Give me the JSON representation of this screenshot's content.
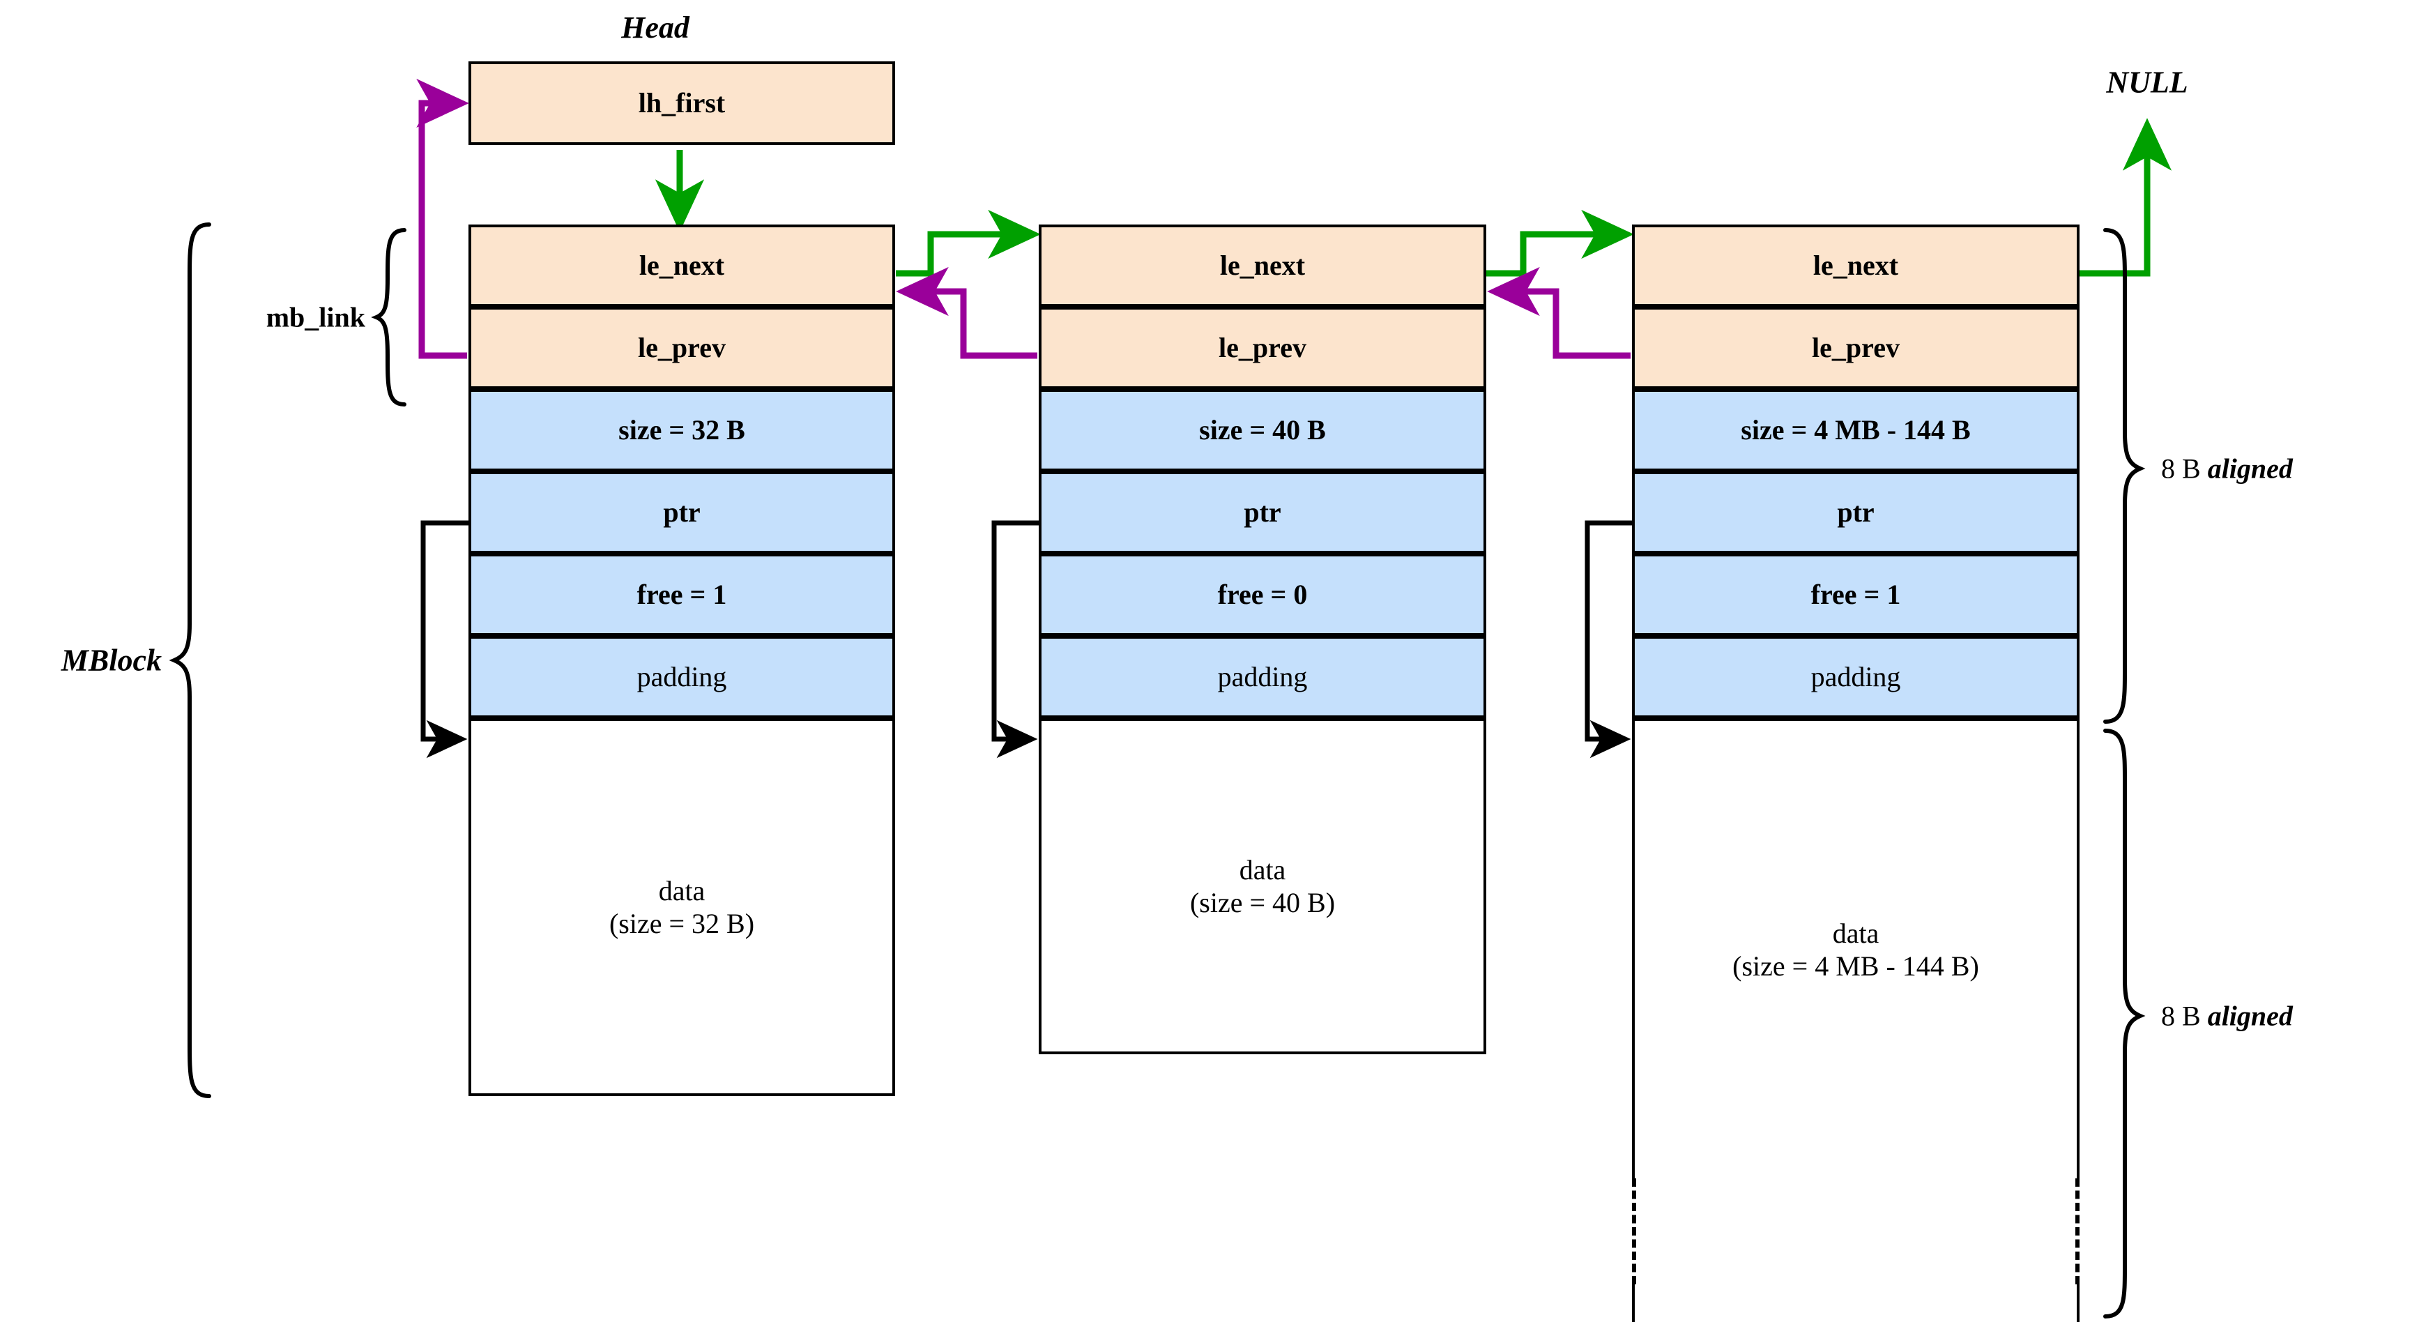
{
  "diagram": {
    "title_head": "Head",
    "null_label": "NULL",
    "mblock_label": "MBlock",
    "mb_link_label": "mb_link",
    "aligned_top": {
      "prefix": "8 B ",
      "emph": "aligned"
    },
    "aligned_bottom": {
      "prefix": "8 B ",
      "emph": "aligned"
    }
  },
  "head": {
    "field": "lh_first"
  },
  "blocks": [
    {
      "le_next": "le_next",
      "le_prev": "le_prev",
      "size": "size = 32 B",
      "ptr": "ptr",
      "free": "free = 1",
      "padding": "padding",
      "data_line1": "data",
      "data_line2": "(size = 32 B)"
    },
    {
      "le_next": "le_next",
      "le_prev": "le_prev",
      "size": "size = 40 B",
      "ptr": "ptr",
      "free": "free = 0",
      "padding": "padding",
      "data_line1": "data",
      "data_line2": "(size = 40 B)"
    },
    {
      "le_next": "le_next",
      "le_prev": "le_prev",
      "size": "size = 4 MB - 144 B",
      "ptr": "ptr",
      "free": "free = 1",
      "padding": "padding",
      "data_line1": "data",
      "data_line2": "(size = 4 MB - 144 B)"
    }
  ],
  "colors": {
    "link_fields": "#FCE4CD",
    "meta_fields": "#C5E0FC",
    "next_arrow": "#00A000",
    "prev_arrow": "#9A009A",
    "ptr_arrow": "#000000",
    "stroke": "#000000"
  },
  "chart_data": {
    "type": "diagram",
    "title": "MBlock doubly-linked free list layout",
    "nodes": [
      "Head (lh_first)",
      "MBlock 1",
      "MBlock 2",
      "MBlock 3",
      "NULL"
    ],
    "edges": [
      {
        "from": "Head.lh_first",
        "to": "MBlock1.le_next",
        "color": "#00A000",
        "kind": "next"
      },
      {
        "from": "MBlock1.le_next",
        "to": "MBlock2.le_next",
        "color": "#00A000",
        "kind": "next"
      },
      {
        "from": "MBlock2.le_next",
        "to": "MBlock3.le_next",
        "color": "#00A000",
        "kind": "next"
      },
      {
        "from": "MBlock3.le_next",
        "to": "NULL",
        "color": "#00A000",
        "kind": "next"
      },
      {
        "from": "MBlock1.le_prev",
        "to": "Head.lh_first",
        "color": "#9A009A",
        "kind": "prev"
      },
      {
        "from": "MBlock2.le_prev",
        "to": "MBlock1.le_next",
        "color": "#9A009A",
        "kind": "prev"
      },
      {
        "from": "MBlock3.le_prev",
        "to": "MBlock2.le_next",
        "color": "#9A009A",
        "kind": "prev"
      },
      {
        "from": "MBlock1.ptr",
        "to": "MBlock1.data",
        "color": "#000000",
        "kind": "ptr"
      },
      {
        "from": "MBlock2.ptr",
        "to": "MBlock2.data",
        "color": "#000000",
        "kind": "ptr"
      },
      {
        "from": "MBlock3.ptr",
        "to": "MBlock3.data",
        "color": "#000000",
        "kind": "ptr"
      }
    ]
  }
}
